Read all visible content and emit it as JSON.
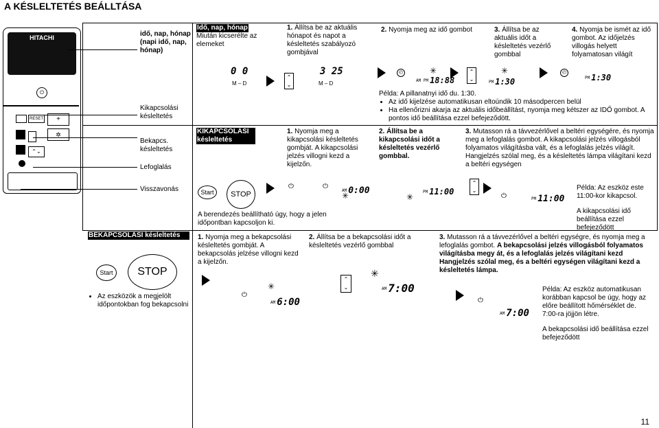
{
  "page_title": "A KÉSLELTETÉS BEÁLLTÁSA",
  "page_number": "11",
  "remote": {
    "brand": "HITACHI",
    "reset_label": "RESET"
  },
  "left_labels": {
    "time_date": "idő, nap, hónap (napi idő, nap, hónap)",
    "off_timer": "Kikapcsolási késleltetés",
    "on_timer": "Bekapcs. késleltetés",
    "reserve": "Lefoglalás",
    "cancel": "Visszavonás"
  },
  "time_section": {
    "header": "Idő, nap, hónap",
    "intro": "Miután kicserélte az elemeket",
    "step1_num": "1.",
    "step1": "Állítsa be az aktuális hónapot és napot a késleltetés szabályozó gombjával",
    "step2_num": "2.",
    "step2": "Nyomja meg az idő gombot",
    "step3_num": "3.",
    "step3": "Állítsa be az aktuális időt a késleltetés vezérlő gombbal",
    "step4_num": "4.",
    "step4": "Nyomja be ismét az idő gombot. Az időjelzés villogás helyett folyamatosan világít",
    "display_month": "0  0",
    "display_day": "3 25",
    "md_label_1": "M – D",
    "md_label_2": "M – D",
    "display_88": "18:88",
    "display_130": "1:30",
    "display_130b": "1:30",
    "am_pm": "AM PM",
    "pm": "PM",
    "example": "Példa: A pillanatnyi idő du. 1:30.",
    "bullet1": "Az idő kijelzése automatikusan eltoúndik 10 másodpercen belül",
    "bullet2": "Ha ellenőrizni akarja az aktuális időbeállítást, nyomja meg kétszer az IDŐ gombot. A pontos idő beállítása ezzel befejeződött."
  },
  "off_section": {
    "header": "KIKAPCSOLÁSI késleltetés",
    "step1_num": "1.",
    "step1": "Nyomja meg a kikapcsolási késleltetés gombját. A kikapcsolási jelzés villogni kezd a kijelzőn.",
    "step2_num": "2.",
    "step2": "Állítsa be a kikapcsolási időt a késleltetés vezérlő gombbal.",
    "step3_num": "3.",
    "step3": "Mutasson rá a távvezérlővel a beltéri egységére, és nyomja meg a lefoglalás gombot. A kikapcsolási jelzés villogásból folyamatos világításba vált, és a lefoglalás jelzés világít. Hangjelzés szólal meg, és a késleltetés lámpa világítani kezd a beltéri egységen",
    "display_000": "0:00",
    "display_1100": "11:00",
    "display_1100b": "11:00",
    "am": "AM",
    "pm": "PM",
    "start_label": "Start",
    "stop_label": "STOP",
    "example": "Példa: Az eszköz este 11:00-kor kikapcsol.",
    "done": "A kikapcsolási idő beállítása ezzel befejeződött",
    "note": "A berendezés beállítható úgy, hogy a jelen időpontban kapcsoljon ki."
  },
  "on_section": {
    "header": "BEKAPCSOLÁSI késleltetés",
    "bullet": "Az eszközök a megjelölt időpontokban fog bekapcsolni",
    "start_label": "Start",
    "stop_label": "STOP",
    "step1_num": "1.",
    "step1": "Nyomja meg a bekapcsolási késleltetés gombját. A bekapcsolás jelzése villogni kezd a kijelzőn.",
    "step2_num": "2.",
    "step2": "Állítsa be a bekapcsolási időt a késleltetés vezérlő gombbal",
    "step3_num": "3.",
    "step3a": "Mutasson rá a távvezérlővel a beltéri egységre, és nyomja meg a lefoglalás gombot.",
    "step3b": "A bekapcsolási jelzés villogásból folyamatos világításba megy át, és a lefoglalás jelzés világítani kezd Hangjelzés szólal meg, és a beltéri egységen világítani kezd a késleltetés lámpa.",
    "display_600": "6:00",
    "display_700": "7:00",
    "display_700b": "7:00",
    "am": "AM",
    "example": "Példa: Az eszköz automatikusan korábban kapcsol be úgy, hogy az előre beállított hőmérséklet de. 7:00-ra jöjjön létre.",
    "done": "A bekapcsolási idő beállítása ezzel befejeződött"
  }
}
